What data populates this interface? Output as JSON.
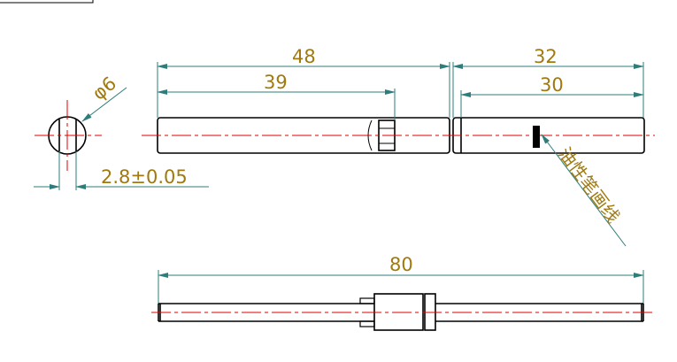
{
  "drawing": {
    "end_view": {
      "diameter_label": "φ6",
      "flat_label": "2.8±0.05"
    },
    "top_view": {
      "dim_left_total": "48",
      "dim_left_inner": "39",
      "dim_right_total": "32",
      "dim_right_inner": "30",
      "note": "油性笔画线"
    },
    "bottom_view": {
      "dim_total": "80"
    }
  }
}
